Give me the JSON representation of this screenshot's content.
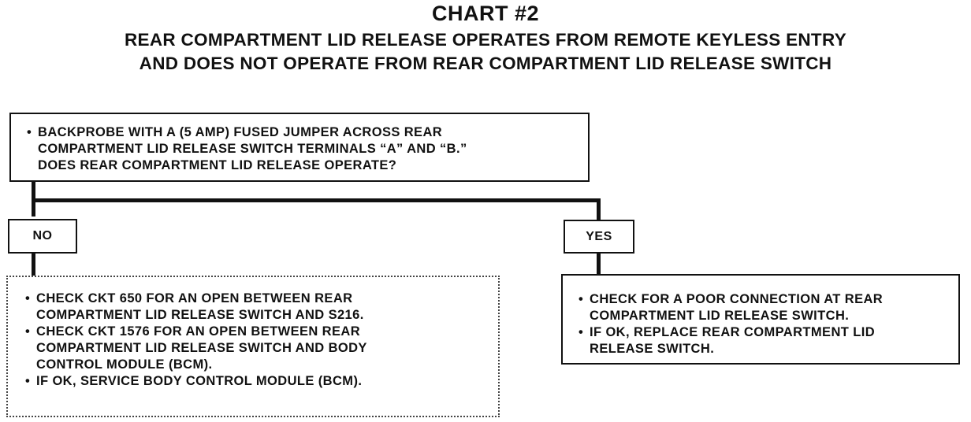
{
  "title": "CHART #2",
  "subtitle": [
    "REAR COMPARTMENT LID RELEASE OPERATES FROM REMOTE KEYLESS ENTRY",
    "AND DOES NOT OPERATE FROM REAR COMPARTMENT LID RELEASE SWITCH"
  ],
  "top_box": {
    "lines": [
      "BACKPROBE WITH A (5 AMP) FUSED JUMPER ACROSS REAR",
      "COMPARTMENT LID RELEASE SWITCH TERMINALS “A” AND “B.”",
      "DOES REAR COMPARTMENT LID RELEASE OPERATE?"
    ]
  },
  "no_label": "NO",
  "yes_label": "YES",
  "no_box": {
    "items": [
      [
        "CHECK CKT 650 FOR AN OPEN BETWEEN REAR",
        "COMPARTMENT LID RELEASE SWITCH AND S216."
      ],
      [
        "CHECK CKT 1576 FOR AN OPEN BETWEEN REAR",
        "COMPARTMENT LID RELEASE SWITCH AND BODY",
        "CONTROL MODULE (BCM)."
      ],
      [
        "IF OK, SERVICE BODY CONTROL MODULE (BCM)."
      ]
    ]
  },
  "yes_box": {
    "items": [
      [
        "CHECK FOR A POOR CONNECTION AT REAR",
        "COMPARTMENT LID RELEASE SWITCH."
      ],
      [
        "IF OK, REPLACE REAR COMPARTMENT LID",
        "RELEASE SWITCH."
      ]
    ]
  }
}
